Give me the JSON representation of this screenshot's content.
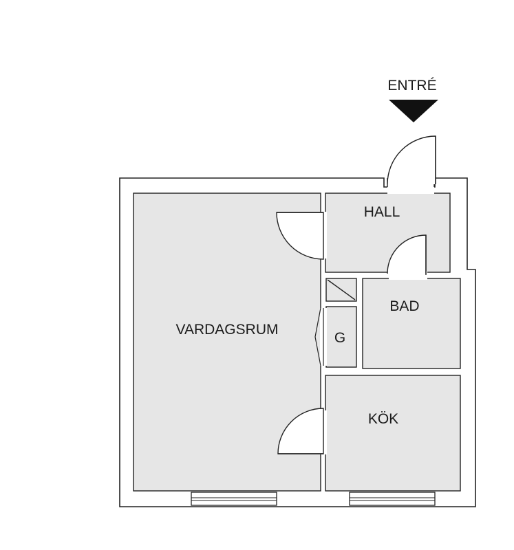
{
  "entrance": {
    "label": "ENTRÉ"
  },
  "rooms": {
    "hall": "HALL",
    "bad": "BAD",
    "vardagsrum": "VARDAGSRUM",
    "garderob": "G",
    "kok": "KÖK"
  },
  "colors": {
    "room_fill": "#e6e6e6",
    "wall": "#222222",
    "background": "#ffffff"
  }
}
